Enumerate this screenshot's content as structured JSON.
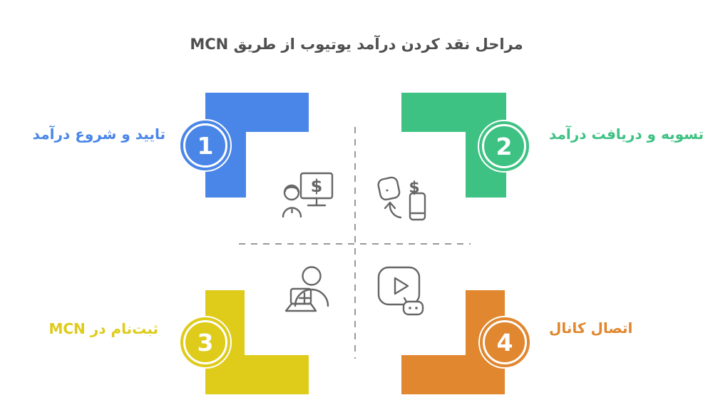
{
  "title": "مراحل نقد کردن درآمد یوتیوب از طریق MCN",
  "colors": {
    "blue": "#4A86E8",
    "green": "#3EC283",
    "yellow": "#DECB1A",
    "orange": "#E0872F",
    "title_text": "#4F4F4F",
    "icon_stroke": "#666666",
    "divider": "#999999"
  },
  "steps": [
    {
      "number": "1",
      "label": "تایید و شروع درآمد",
      "position": "top-left",
      "color": "#4A86E8",
      "icon": "person-monitor-dollar-icon"
    },
    {
      "number": "2",
      "label": "تسویه و دریافت درآمد",
      "position": "top-right",
      "color": "#3EC283",
      "icon": "money-transfer-icon"
    },
    {
      "number": "3",
      "label": "ثبت‌نام در MCN",
      "position": "bottom-left",
      "color": "#DECB1A",
      "icon": "signup-laptop-icon"
    },
    {
      "number": "4",
      "label": "اتصال کانال",
      "position": "bottom-right",
      "color": "#E0872F",
      "icon": "youtube-channel-bot-icon"
    }
  ]
}
